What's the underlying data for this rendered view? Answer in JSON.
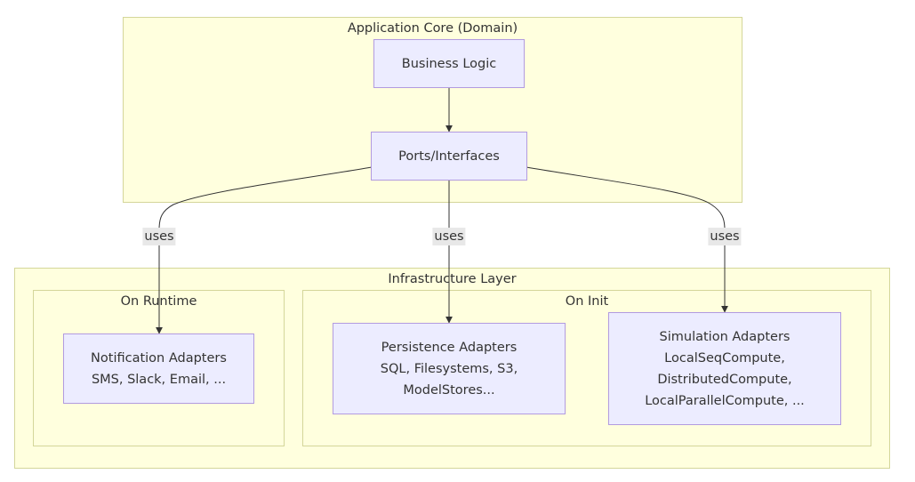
{
  "clusters": {
    "core": {
      "title": "Application Core (Domain)"
    },
    "infra": {
      "title": "Infrastructure Layer"
    },
    "runtime": {
      "title": "On Runtime"
    },
    "init": {
      "title": "On Init"
    }
  },
  "nodes": {
    "business_logic": {
      "lines": [
        "Business Logic"
      ]
    },
    "ports": {
      "lines": [
        "Ports/Interfaces"
      ]
    },
    "notification": {
      "lines": [
        "Notification Adapters",
        "SMS, Slack, Email, ..."
      ]
    },
    "persistence": {
      "lines": [
        "Persistence Adapters",
        "SQL, Filesystems, S3,",
        "ModelStores..."
      ]
    },
    "simulation": {
      "lines": [
        "Simulation Adapters",
        "LocalSeqCompute,",
        "DistributedCompute,",
        "LocalParallelCompute, ..."
      ]
    }
  },
  "edges": [
    {
      "from": "Business Logic",
      "to": "Ports/Interfaces",
      "label": ""
    },
    {
      "from": "Ports/Interfaces",
      "to": "Notification Adapters",
      "label": "uses"
    },
    {
      "from": "Ports/Interfaces",
      "to": "Persistence Adapters",
      "label": "uses"
    },
    {
      "from": "Ports/Interfaces",
      "to": "Simulation Adapters",
      "label": "uses"
    }
  ],
  "colors": {
    "cluster_fill": "#ffffde",
    "cluster_border": "#d4d69a",
    "node_fill": "#ececff",
    "node_border": "#b29be0",
    "edge": "#333333",
    "label_bg": "#e8e8e8"
  }
}
